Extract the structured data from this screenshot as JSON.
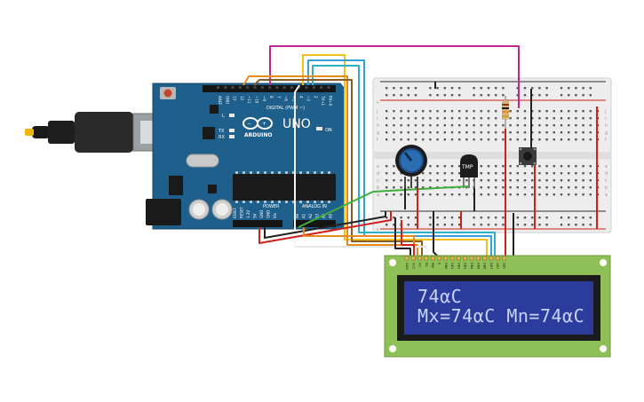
{
  "arduino": {
    "brand": "ARDUINO",
    "model": "UNO",
    "digital_label": "DIGITAL (PWM ~)",
    "power_label": "POWER",
    "analog_label": "ANALOG IN",
    "on_label": "ON",
    "led_labels": {
      "l": "L",
      "tx": "TX",
      "rx": "RX"
    },
    "top_pins": [
      "AREF",
      "GND",
      "13",
      "12",
      "~11",
      "~10",
      "~9",
      "8",
      "7",
      "~6",
      "~5",
      "4",
      "~3",
      "2",
      "TX→1",
      "RX←0"
    ],
    "power_pins": [
      "IOREF",
      "RESET",
      "3.3V",
      "5V",
      "GND",
      "GND",
      "Vin"
    ],
    "analog_pins": [
      "A0",
      "A1",
      "A2",
      "A3",
      "A4",
      "A5"
    ]
  },
  "breadboard": {
    "row_letters_top": [
      "j",
      "i",
      "h",
      "g",
      "f"
    ],
    "row_letters_bottom": [
      "e",
      "d",
      "c",
      "b",
      "a"
    ],
    "rail_plus": "+",
    "rail_minus": "-"
  },
  "sensor": {
    "label": "TMP"
  },
  "lcd": {
    "line1": "74αC",
    "line2": "Mx=74αC Mn=74αC",
    "pins": [
      "GND",
      "VCC",
      "V0",
      "RS",
      "RW",
      "E",
      "DB0",
      "DB1",
      "DB2",
      "DB3",
      "DB4",
      "DB5",
      "DB6",
      "DB7",
      "LED",
      "LED"
    ]
  },
  "colors": {
    "arduino_board": "#1f5f8b",
    "breadboard": "#ededed",
    "lcd_pcb": "#8fbf57",
    "lcd_screen": "#2c3c9c",
    "wire_red": "#d0201c",
    "wire_black": "#222222",
    "wire_green": "#3fae3a",
    "wire_orange": "#e88a1c",
    "wire_yellow": "#f2c01a",
    "wire_blue": "#35a0d6",
    "wire_magenta": "#c2288c",
    "wire_brown": "#8a5a2a",
    "wire_white": "#f4f4f4"
  }
}
